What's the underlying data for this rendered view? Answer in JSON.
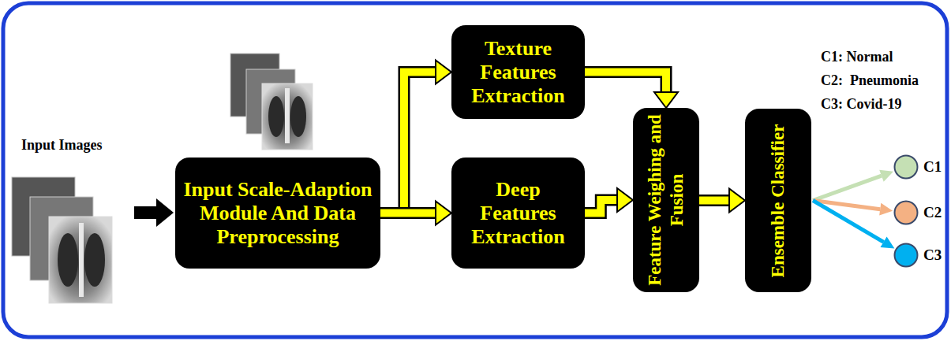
{
  "diagram": {
    "nodes": [
      {
        "text": [
          "Input Scale-Adaption Module And Data Preprocessing"
        ]
      },
      {
        "text": [
          "Texture Features Extraction"
        ]
      },
      {
        "text": [
          "Deep Features Extraction"
        ]
      },
      {
        "text": [
          "Feature Weighing and Fusion"
        ]
      },
      {
        "text": [
          "Ensemble Classifier"
        ]
      },
      {
        "text": [
          "C1"
        ]
      },
      {
        "text": [
          "C2"
        ]
      },
      {
        "text": [
          "C3"
        ]
      }
    ],
    "edges": [
      {
        "from": 0,
        "to": 1,
        "arrow": "to"
      },
      {
        "from": 0,
        "to": 2,
        "arrow": "to"
      },
      {
        "from": 1,
        "to": 3,
        "arrow": "to"
      },
      {
        "from": 2,
        "to": 3,
        "arrow": "to"
      },
      {
        "from": 3,
        "to": 4,
        "arrow": "to"
      },
      {
        "from": 4,
        "to": 5,
        "arrow": "to"
      },
      {
        "from": 4,
        "to": 6,
        "arrow": "to"
      },
      {
        "from": 4,
        "to": 7,
        "arrow": "to"
      }
    ],
    "labels": [
      "Input Images",
      "C1: Normal",
      "C2:  Pneumonia",
      "C3: Covid-19"
    ]
  }
}
